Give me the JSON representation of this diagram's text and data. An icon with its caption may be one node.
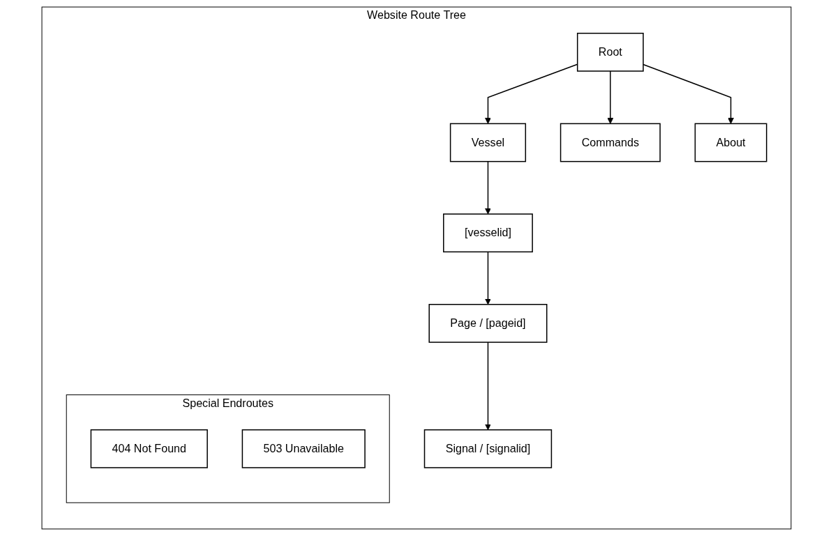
{
  "diagram": {
    "nodes": [
      {
        "text": [
          "Website Route Tree"
        ]
      },
      {
        "text": [
          "Root"
        ],
        "in": 0
      },
      {
        "text": [
          "Vessel"
        ],
        "in": 0
      },
      {
        "text": [
          "Commands"
        ],
        "in": 0
      },
      {
        "text": [
          "About"
        ],
        "in": 0
      },
      {
        "text": [
          "[vesselid]"
        ],
        "in": 0
      },
      {
        "text": [
          "Page / [pageid]"
        ],
        "in": 0
      },
      {
        "text": [
          "Signal / [signalid]"
        ],
        "in": 0
      },
      {
        "text": [
          "Special Endroutes"
        ],
        "in": 0
      },
      {
        "text": [
          "404 Not Found"
        ],
        "in": 8
      },
      {
        "text": [
          "503 Unavailable"
        ],
        "in": 8
      }
    ],
    "edges": [
      {
        "from": 1,
        "to": 2,
        "arrow": "to"
      },
      {
        "from": 1,
        "to": 3,
        "arrow": "to"
      },
      {
        "from": 1,
        "to": 4,
        "arrow": "to"
      },
      {
        "from": 2,
        "to": 5,
        "arrow": "to"
      },
      {
        "from": 5,
        "to": 6,
        "arrow": "to"
      },
      {
        "from": 6,
        "to": 7,
        "arrow": "to"
      }
    ]
  }
}
